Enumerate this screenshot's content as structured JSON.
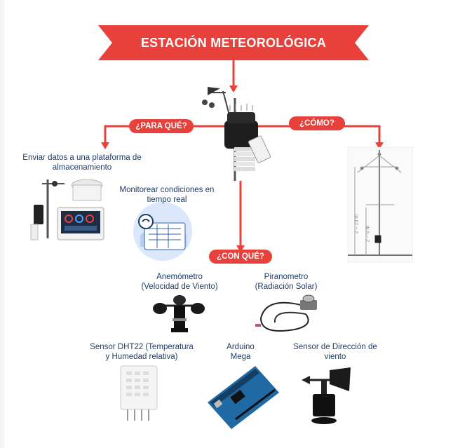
{
  "title": "ESTACIÓN METEOROLÓGICA",
  "branches": {
    "para_que": "¿PARA QUÉ?",
    "como": "¿CÓMO?",
    "con_que": "¿CON QUÉ?"
  },
  "purposes": {
    "send_data": "Enviar datos a una plataforma de almacenamiento",
    "monitor": "Monitorear condiciones en tiempo real"
  },
  "components": {
    "anemometer": "Anemómetro (Velocidad de Viento)",
    "pyranometer": "Piranometro (Radiación Solar)",
    "dht22": "Sensor DHT22 (Temperatura y Humedad relativa)",
    "arduino": "Arduino Mega",
    "wind_vane": "Sensor de Dirección de viento"
  },
  "diagram_labels": {
    "height_total": "2 – 10 m",
    "height_lower": "2 – 5 m"
  },
  "colors": {
    "accent": "#e8403a",
    "text": "#1d3a5f"
  }
}
